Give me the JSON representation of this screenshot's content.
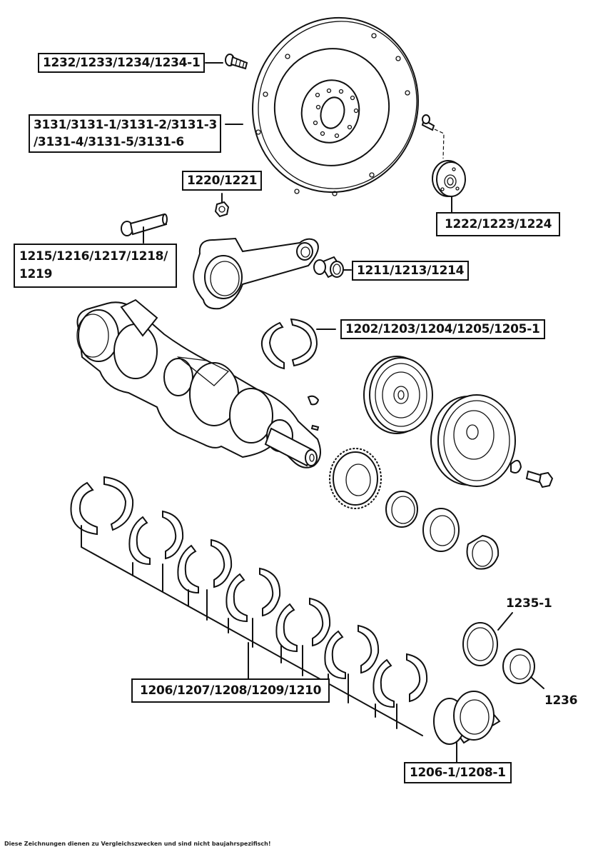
{
  "diagram": {
    "title": "Crankshaft, flywheel and connecting rod parts diagram",
    "labels": {
      "flywheel_bolt": "1232/1233/1234/1234-1",
      "flywheel_line1": "3131/3131-1/3131-2/3131-3",
      "flywheel_line2": "/3131-4/3131-5/3131-6",
      "conrod_nut": "1220/1221",
      "pilot_bearing": "1222/1223/1224",
      "conrod_bolt_line1": "1215/1216/1217/1218/",
      "conrod_bolt_line2": "1219",
      "small_end_bush": "1211/1213/1214",
      "conrod_bearing": "1202/1203/1204/1205/1205-1",
      "main_bearings": "1206/1207/1208/1209/1210",
      "seal_ring": "1235-1",
      "oil_seal": "1236",
      "thrust_bearing": "1206-1/1208-1"
    },
    "footer": "Diese Zeichnungen dienen zu Vergleichszwecken und sind nicht baujahrspezifisch!"
  }
}
